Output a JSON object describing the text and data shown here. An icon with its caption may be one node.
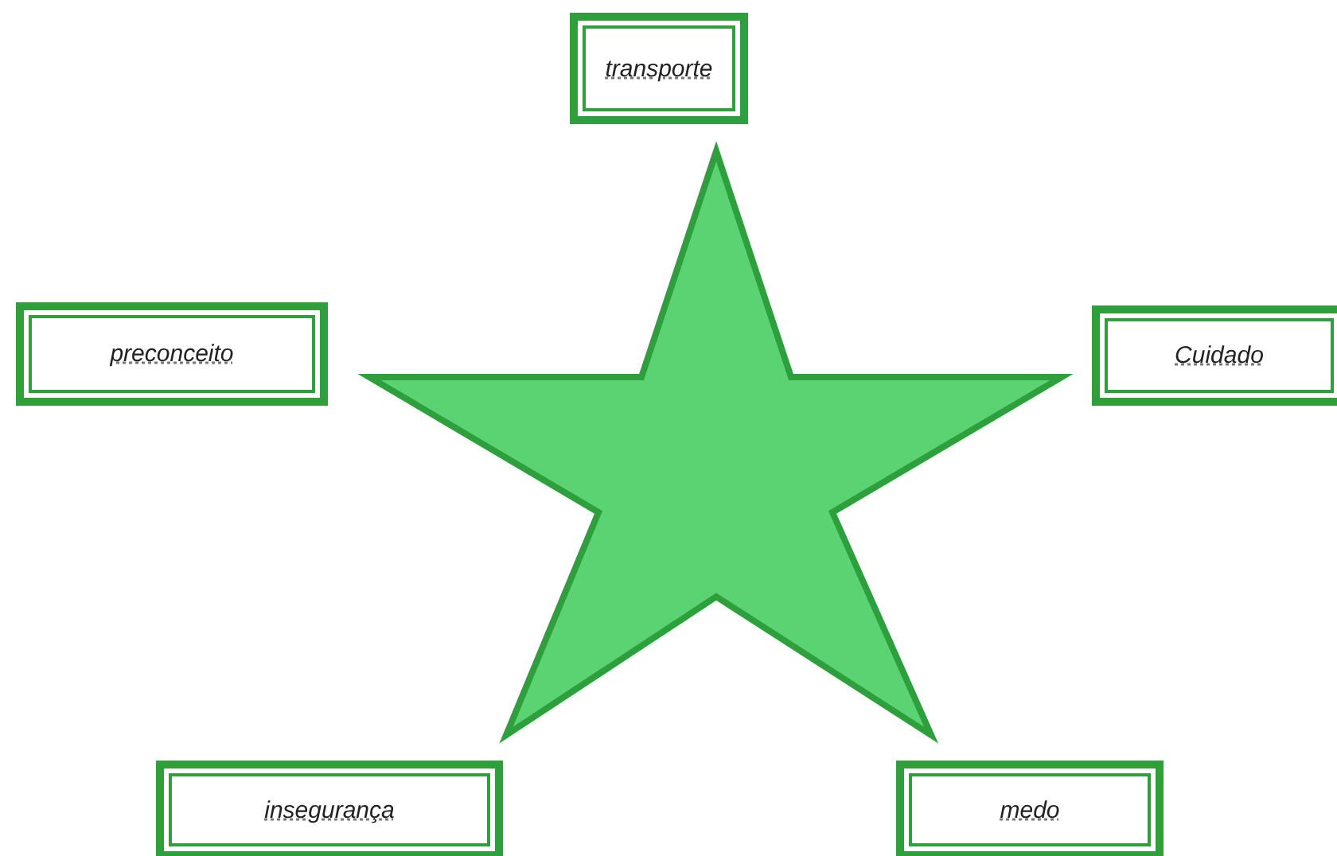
{
  "diagram": {
    "nodes": [
      {
        "text": [
          "transporte"
        ]
      },
      {
        "text": [
          "preconceito"
        ]
      },
      {
        "text": [
          "Cuidado"
        ]
      },
      {
        "text": [],
        "shape": "star"
      },
      {
        "text": [
          "insegurança"
        ]
      },
      {
        "text": [
          "medo"
        ]
      }
    ]
  }
}
